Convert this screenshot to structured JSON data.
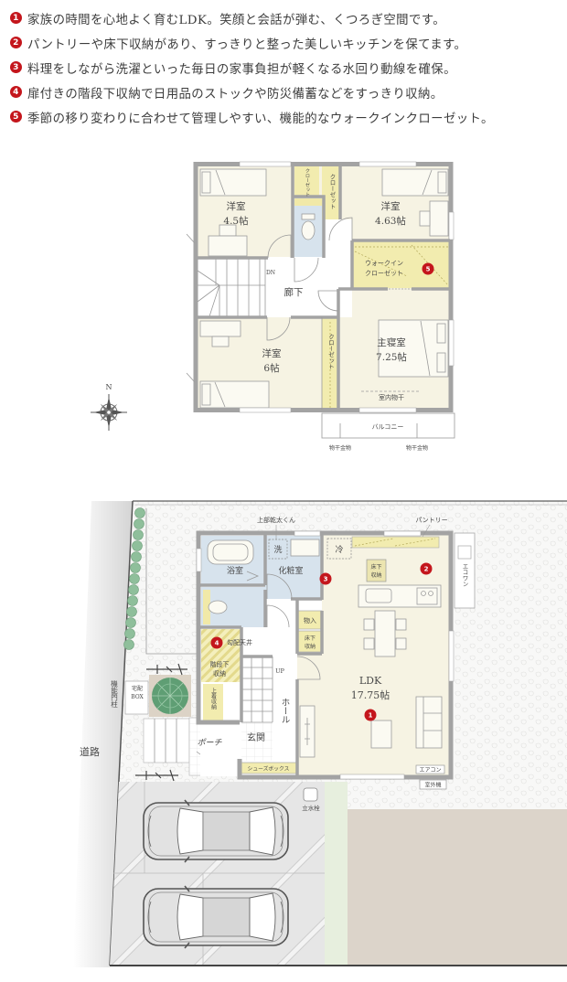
{
  "features": [
    {
      "num": "1",
      "text": "家族の時間を心地よく育むLDK。笑顔と会話が弾む、くつろぎ空間です。"
    },
    {
      "num": "2",
      "text": "パントリーや床下収納があり、すっきりと整った美しいキッチンを保てます。"
    },
    {
      "num": "3",
      "text": "料理をしながら洗濯といった毎日の家事負担が軽くなる水回り動線を確保。"
    },
    {
      "num": "4",
      "text": "扉付きの階段下収納で日用品のストックや防災備蓄などをすっきり収納。"
    },
    {
      "num": "5",
      "text": "季節の移り変わりに合わせて管理しやすい、機能的なウォークインクローゼット。"
    }
  ],
  "floor2": {
    "room_a": {
      "name": "洋室",
      "size": "4.5帖"
    },
    "room_b": {
      "name": "洋室",
      "size": "4.63帖"
    },
    "room_c": {
      "name": "洋室",
      "size": "6帖"
    },
    "master": {
      "name": "主寝室",
      "size": "7.25帖"
    },
    "hallway": "廊下",
    "stairs_label": "DN",
    "wic": {
      "line1": "ウォークイン",
      "line2": "クローゼット",
      "marker": "5"
    },
    "closet_a": "クローゼット",
    "closet_b": "クローゼット",
    "closet_c": "クローゼット",
    "indoor_drying": "室内物干",
    "balcony": "バルコニー",
    "drying_hardware_left": "物干金物",
    "drying_hardware_right": "物干金物"
  },
  "compass": {
    "label": "N"
  },
  "floor1": {
    "dryer": "上部乾太くん",
    "pantry": "パントリー",
    "bathroom": "浴室",
    "washer": "洗",
    "powder_room": "化粧室",
    "fridge": "冷",
    "kitchen_underfloor": {
      "line1": "床下",
      "line2": "収納"
    },
    "eco_unit": "エコワン",
    "sloped_ceiling": "勾配天井",
    "under_stairs": {
      "line1": "階段下",
      "line2": "収納"
    },
    "coat_storage": "上着収納",
    "storage": "物入",
    "hall_underfloor": {
      "line1": "床下",
      "line2": "収納"
    },
    "stairs_label": "UP",
    "hall": "ホール",
    "entrance": "玄関",
    "porch": "ポーチ",
    "shoe_box": "シューズボックス",
    "ldk": {
      "name": "LDK",
      "size": "17.75帖"
    },
    "aircon": "エアコン",
    "outdoor_unit": "室外機",
    "gatepost": "機能門柱",
    "delivery_box": {
      "line1": "宅配",
      "line2": "BOX"
    },
    "road": "道路",
    "faucet": "立水栓",
    "markers": {
      "ldk": "1",
      "kitchen": "2",
      "powder_room": "3",
      "under_stairs": "4"
    }
  },
  "colors": {
    "marker": "#c4161c",
    "room": "#f6f3e3",
    "wet_area": "#d7e3ed",
    "storage": "#f2ecaf",
    "wall": "#a3a3a3",
    "text": "#3d3d3d",
    "garden": "#dcd4ca",
    "lawn_strip": "#e7efde",
    "parking": "#e6e6e6",
    "hedge": "#8fbf9b",
    "tree": "#5f9e74"
  }
}
